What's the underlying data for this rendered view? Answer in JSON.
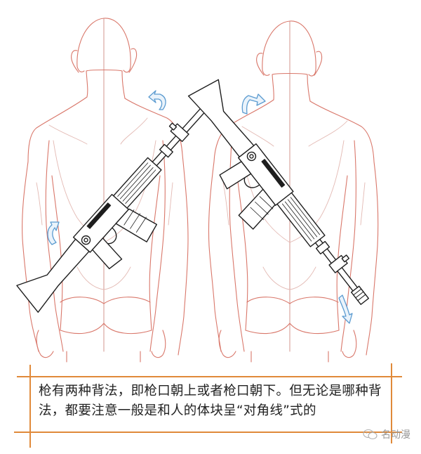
{
  "illustration": {
    "subject": "Two back-view male figures each carrying a rifle slung diagonally across the back",
    "figures": [
      {
        "position": "left",
        "rifle_orientation": "muzzle-up",
        "arrows": [
          "shoulder-arrow",
          "hip-arrow"
        ]
      },
      {
        "position": "right",
        "rifle_orientation": "muzzle-down",
        "arrows": [
          "shoulder-arrow",
          "hip-arrow"
        ]
      }
    ],
    "colors": {
      "body_line": "#d9776a",
      "body_muscle_line": "#e3b9b3",
      "rifle_line": "#1e1e1e",
      "arrow": "#5b9bd0",
      "frame": "#e08a3a"
    }
  },
  "caption": {
    "line1": "枪有两种背法，即枪口朝上或者枪口朝下。但无论是哪种背",
    "line2": "法，都要注意一般是和人的体块呈“对角线”式的"
  },
  "watermark": {
    "label": "名动漫"
  }
}
